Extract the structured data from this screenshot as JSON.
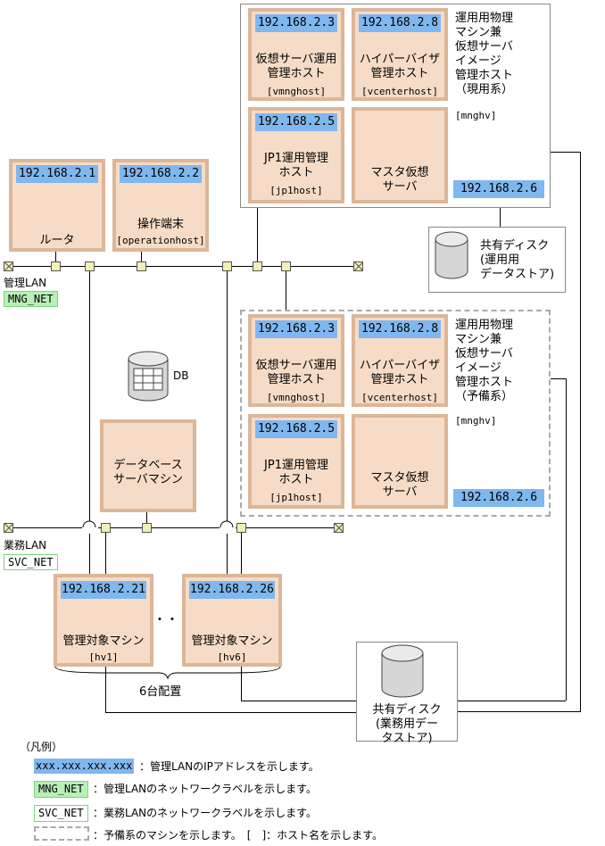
{
  "routers": {
    "router": {
      "ip": "192.168.2.1",
      "label": "ルータ"
    },
    "terminal": {
      "ip": "192.168.2.2",
      "label": "操作端末",
      "host": "[operationhost]"
    }
  },
  "active_panel": {
    "vm_host": {
      "ip": "192.168.2.3",
      "label": "仮想サーバ運用\n管理ホスト",
      "host": "[vmnghost]"
    },
    "hv_host": {
      "ip": "192.168.2.8",
      "label": "ハイパーバイザ\n管理ホスト",
      "host": "[vcenterhost]"
    },
    "jp1_host": {
      "ip": "192.168.2.5",
      "label": "JP1運用管理\nホスト",
      "host": "[jp1host]"
    },
    "master": {
      "label": "マスタ仮想\nサーバ"
    },
    "side_text": "運用用物理\nマシン兼\n仮想サーバ\nイメージ\n管理ホスト\n（現用系）",
    "host_tag": "[mnghv]",
    "ip": "192.168.2.6"
  },
  "standby_panel": {
    "vm_host": {
      "ip": "192.168.2.3",
      "label": "仮想サーバ運用\n管理ホスト",
      "host": "[vmnghost]"
    },
    "hv_host": {
      "ip": "192.168.2.8",
      "label": "ハイパーバイザ\n管理ホスト",
      "host": "[vcenterhost]"
    },
    "jp1_host": {
      "ip": "192.168.2.5",
      "label": "JP1運用管理\nホスト",
      "host": "[jp1host]"
    },
    "master": {
      "label": "マスタ仮想\nサーバ"
    },
    "side_text": "運用用物理\nマシン兼\n仮想サーバ\nイメージ\n管理ホスト\n（予備系）",
    "host_tag": "[mnghv]",
    "ip": "192.168.2.6"
  },
  "shared_disk_ops": "共有ディスク\n(運用用\nデータストア)",
  "shared_disk_svc": "共有ディスク\n(業務用デー\nタストア)",
  "mng_lan": {
    "label": "管理LAN",
    "net": "MNG_NET"
  },
  "svc_lan": {
    "label": "業務LAN",
    "net": "SVC_NET"
  },
  "db": {
    "label": "DB",
    "server": "データベース\nサーバマシン"
  },
  "managed": [
    {
      "ip": "192.168.2.21",
      "label": "管理対象マシン",
      "host": "[hv1]"
    },
    {
      "ip": "192.168.2.26",
      "label": "管理対象マシン",
      "host": "[hv6]"
    }
  ],
  "ellipsis": "・・・",
  "deploy_count": "6台配置",
  "legend": {
    "title": "（凡例）",
    "ip_sample": "xxx.xxx.xxx.xxx",
    "ip_text": "：管理LANのIPアドレスを示します。",
    "mng_sample": "MNG_NET",
    "mng_text": "：管理LANのネットワークラベルを示します。",
    "svc_sample": "SVC_NET",
    "svc_text": "：業務LANのネットワークラベルを示します。",
    "standby_text": "：予備系のマシンを示します。　[　]：ホスト名を示します。"
  },
  "colors": {
    "ip_bg": "#7fb7ef",
    "machine_bg": "#f6dcc6",
    "machine_border": "#dcb698",
    "net_label_bg": "#b8f0b8",
    "node": "#f1f0b5"
  }
}
